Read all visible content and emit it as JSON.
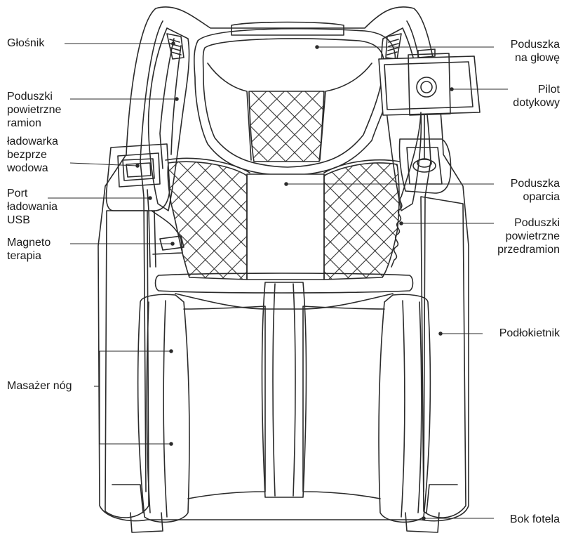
{
  "labels": {
    "speaker": [
      "Głośnik"
    ],
    "shoulder_airbags": [
      "Poduszki",
      "powietrzne",
      "ramion"
    ],
    "wireless_charger": [
      "ładowarka",
      "bezprze",
      "wodowa"
    ],
    "usb_port": [
      "Port",
      "ładowania",
      "USB"
    ],
    "magnetotherapy": [
      "Magneto",
      "terapia"
    ],
    "leg_massager": [
      "Masażer nóg"
    ],
    "headrest": [
      "Poduszka",
      "na głowę"
    ],
    "touch_remote": [
      "Pilot",
      "dotykowy"
    ],
    "back_cushion": [
      "Poduszka",
      "oparcia"
    ],
    "forearm_airbags": [
      "Poduszki",
      "powietrzne",
      "przedramion"
    ],
    "armrest": [
      "Podłokietnik"
    ],
    "chair_side": [
      "Bok fotela"
    ]
  },
  "colors": {
    "line": "#2b2b2b",
    "mesh": "#333333",
    "text": "#1a1a1a"
  }
}
